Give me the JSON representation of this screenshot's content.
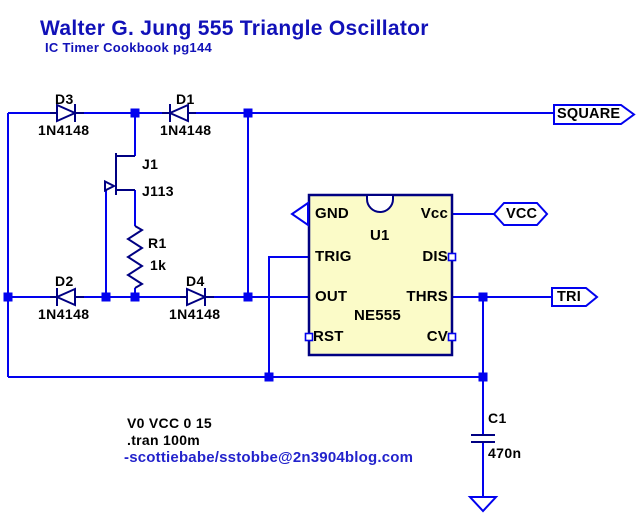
{
  "title": {
    "main": "Walter G. Jung 555 Triangle Oscillator",
    "sub": "IC Timer Cookbook pg144"
  },
  "components": {
    "d3": {
      "ref": "D3",
      "value": "1N4148"
    },
    "d1": {
      "ref": "D1",
      "value": "1N4148"
    },
    "d2": {
      "ref": "D2",
      "value": "1N4148"
    },
    "d4": {
      "ref": "D4",
      "value": "1N4148"
    },
    "j1": {
      "ref": "J1",
      "value": "J113"
    },
    "r1": {
      "ref": "R1",
      "value": "1k"
    },
    "c1": {
      "ref": "C1",
      "value": "470n"
    },
    "u1": {
      "ref": "U1",
      "value": "NE555"
    }
  },
  "ic": {
    "pins_left": [
      "GND",
      "TRIG",
      "OUT",
      "RST"
    ],
    "pins_right": [
      "Vcc",
      "DIS",
      "THRS",
      "CV"
    ]
  },
  "net_flags": {
    "square": "SQUARE",
    "vcc": "VCC",
    "tri": "TRI"
  },
  "directives": {
    "source": "V0 VCC 0 15",
    "analysis": ".tran 100m"
  },
  "credit": "-scottiebabe/sstobbe@2n3904blog.com",
  "colors": {
    "wire": "#0202ee",
    "symbol": "#000082",
    "chip_fill": "#fbfbc8",
    "title_text": "#1111b8",
    "credit_text": "#2323cc",
    "label_text": "#000000",
    "background": "#ffffff"
  }
}
